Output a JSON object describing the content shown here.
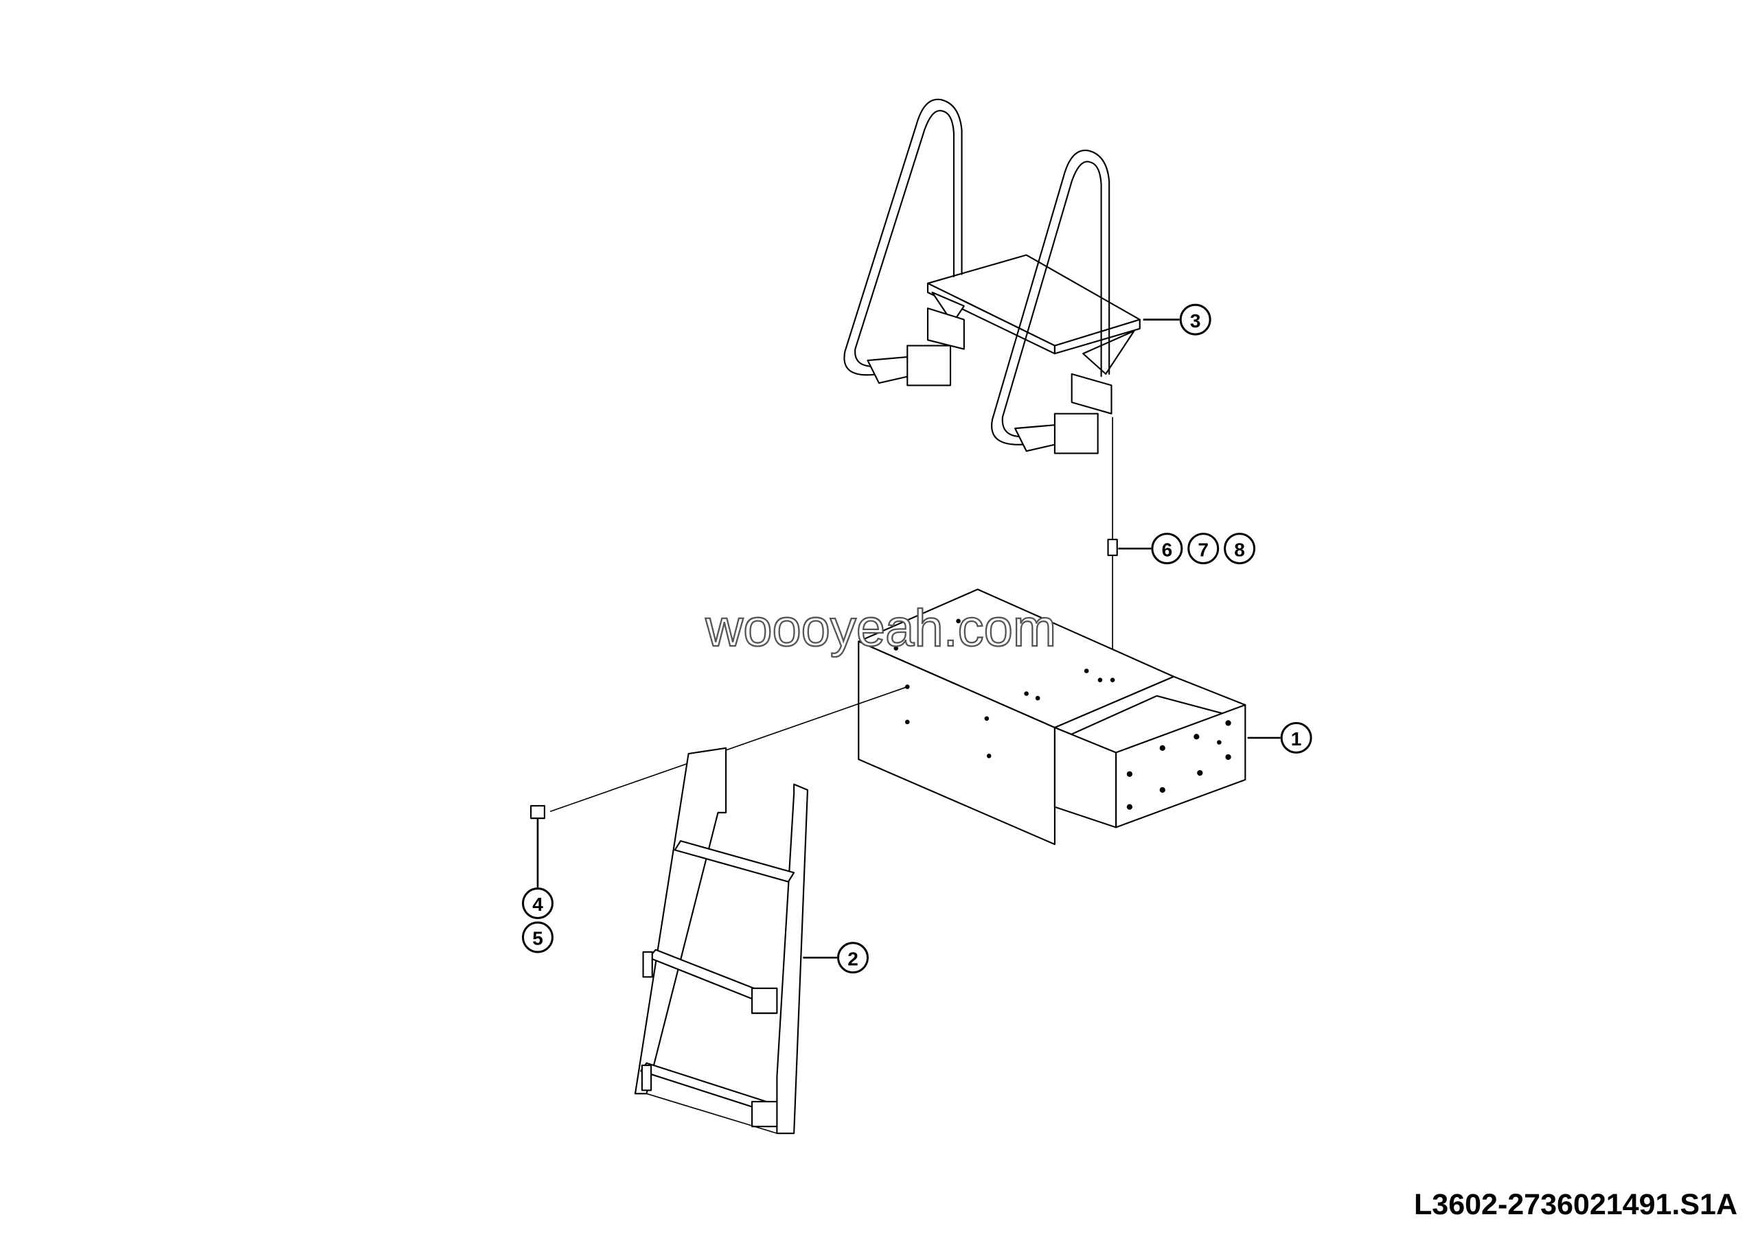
{
  "watermark": "woooyeah.com",
  "drawing_code": "L3602-2736021491.S1A",
  "callouts": {
    "c1": "1",
    "c2": "2",
    "c3": "3",
    "c4": "4",
    "c5": "5",
    "c6": "6",
    "c7": "7",
    "c8": "8"
  }
}
